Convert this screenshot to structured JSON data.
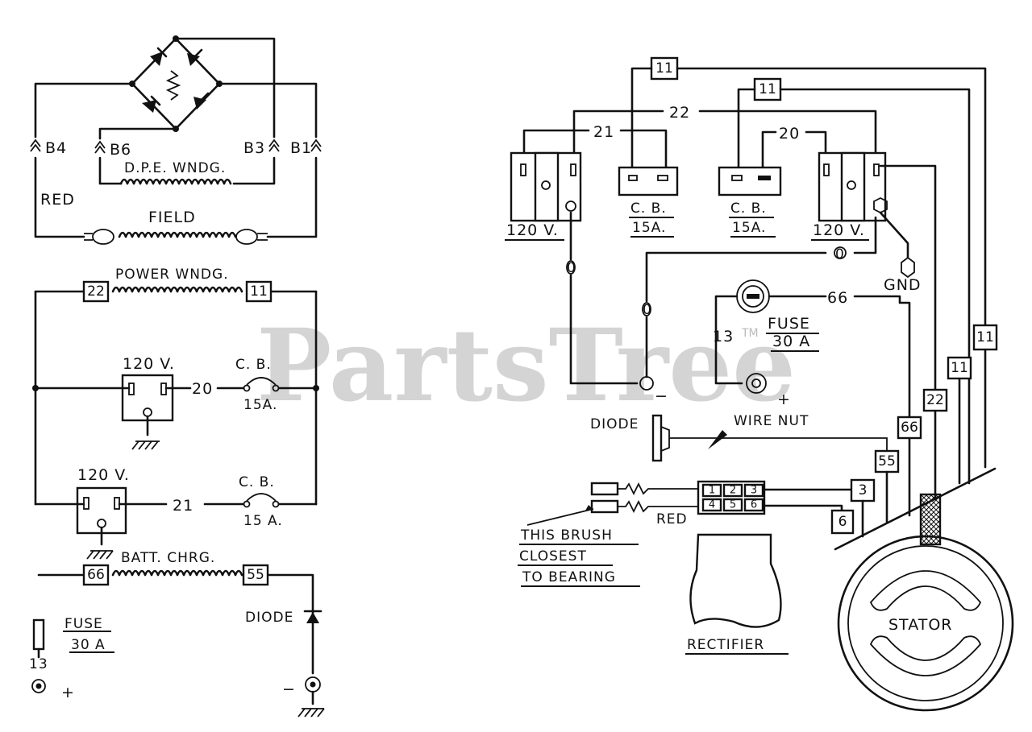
{
  "watermark": {
    "text": "PartsTree",
    "tm": "TM"
  },
  "left_schematic": {
    "field_section": {
      "terminals": {
        "b4": "B4",
        "b6": "B6",
        "b3": "B3",
        "b1": "B1"
      },
      "dpe_winding": "D.P.E. WNDG.",
      "red": "RED",
      "field": "FIELD"
    },
    "power_section": {
      "power_winding": "POWER WNDG.",
      "tag_22": "22",
      "tag_11": "11",
      "receptacle_top": "120 V.",
      "wire_20": "20",
      "cb_top": "C. B.",
      "cb_top_rating": "15A.",
      "receptacle_bottom": "120 V.",
      "wire_21": "21",
      "cb_bottom": "C. B.",
      "cb_bottom_rating": "15 A."
    },
    "charging_section": {
      "batt_chrg": "BATT. CHRG.",
      "tag_66": "66",
      "tag_55": "55",
      "fuse": "FUSE",
      "fuse_rating": "30 A",
      "wire_13": "13",
      "plus": "+",
      "diode": "DIODE",
      "minus": "−"
    }
  },
  "right_wiring": {
    "tag_11_a": "11",
    "tag_11_b": "11",
    "wire_22": "22",
    "wire_21": "21",
    "wire_20": "20",
    "receptacle_left": "120 V.",
    "cb_left": "C. B.",
    "cb_left_rating": "15A.",
    "cb_right": "C. B.",
    "cb_right_rating": "15A.",
    "receptacle_right": "120 V.",
    "wire_0_a": "0",
    "wire_0_b": "0",
    "wire_0_c": "0",
    "gnd": "GND",
    "wire_66": "66",
    "fuse": "FUSE",
    "fuse_rating": "30 A",
    "wire_13": "13",
    "minus": "−",
    "plus": "+",
    "diode": "DIODE",
    "wire_nut": "WIRE NUT",
    "tag_55": "55",
    "tag_66": "66",
    "tag_22": "22",
    "tag_11_c": "11",
    "tag_11_d": "11",
    "rectifier_cells": [
      "1",
      "2",
      "3",
      "4",
      "5",
      "6"
    ],
    "red": "RED",
    "tag_3": "3",
    "tag_6": "6",
    "brush_note": [
      "THIS BRUSH",
      "CLOSEST",
      "TO BEARING"
    ],
    "rectifier": "RECTIFIER",
    "stator": "STATOR"
  }
}
